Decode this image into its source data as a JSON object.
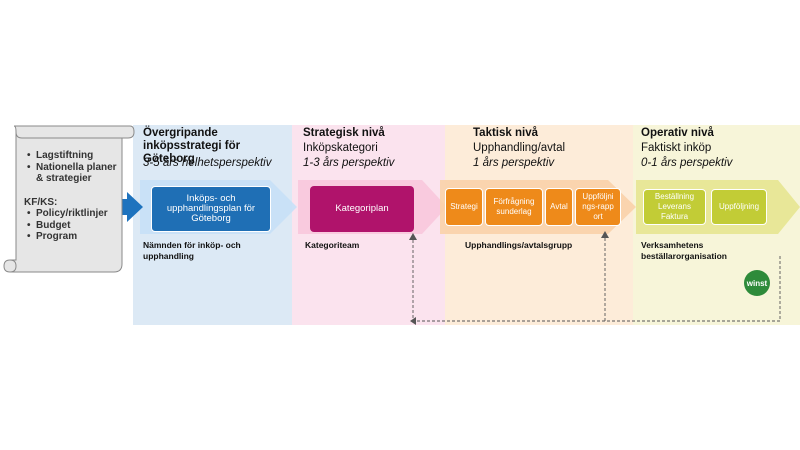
{
  "scroll": {
    "items_a": [
      "Lagstiftning",
      "Nationella planer & strategier"
    ],
    "heading_b": "KF/KS:",
    "items_b": [
      "Policy/riktlinjer",
      "Budget",
      "Program"
    ]
  },
  "columns": [
    {
      "title": "Övergripande inköpsstrategi för Göteborg",
      "subtitle": "",
      "italic": "3-5 års helhetsperspektiv",
      "boxes": [
        "Inköps- och upphandlingsplan för Göteborg"
      ],
      "label": "Nämnden för inköp- och upphandling",
      "bg": "#dce9f5"
    },
    {
      "title": "Strategisk nivå",
      "subtitle": "Inköpskategori",
      "italic": "1-3 års perspektiv",
      "boxes": [
        "Kategoriplan"
      ],
      "label": "Kategoriteam",
      "bg": "#fbe3ee"
    },
    {
      "title": "Taktisk nivå",
      "subtitle": "Upphandling/avtal",
      "italic": "1 års perspektiv",
      "boxes": [
        "Strategi",
        "Förfrågning sunderlag",
        "Avtal",
        "Uppföljnings-rapport"
      ],
      "label": "Upphandlings/avtalsgrupp",
      "bg": "#fdecd9"
    },
    {
      "title": "Operativ nivå",
      "subtitle": "Faktiskt inköp",
      "italic": "0-1 års perspektiv",
      "boxes": [
        "Beställning Leverans Faktura",
        "Uppföljning"
      ],
      "label": "Verksamhetens beställarorganisation",
      "bg": "#f7f5d9"
    }
  ],
  "logo": "winst",
  "colors": {
    "blue_box": "#1f6fb5",
    "magenta_box": "#b0136b",
    "orange_box": "#ee8a1a",
    "green_box": "#c2cc36",
    "blue_arrow": "#1e73be"
  }
}
